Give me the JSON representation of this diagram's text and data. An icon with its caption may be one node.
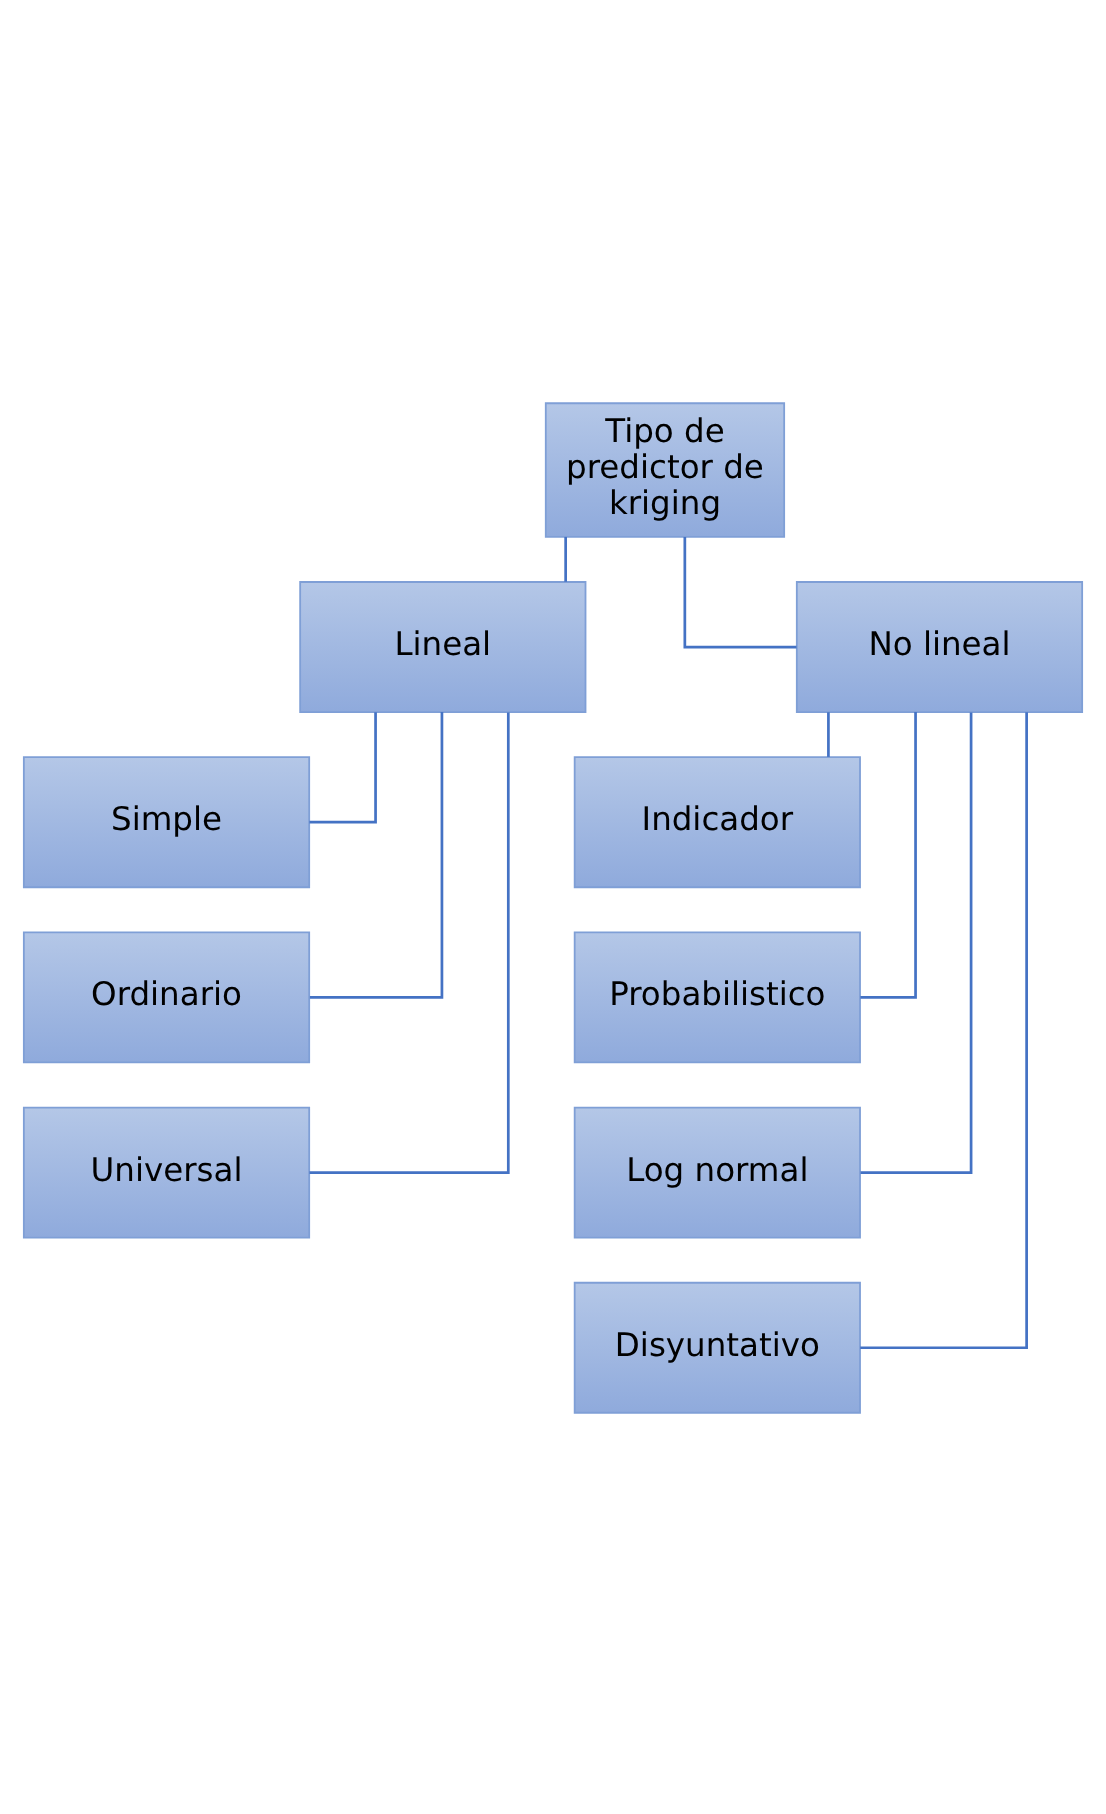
{
  "diagram": {
    "nodes": [
      {
        "text": [
          "Tipo de predictor de kriging"
        ]
      },
      {
        "text": [
          "Lineal"
        ]
      },
      {
        "text": [
          "No lineal"
        ]
      },
      {
        "text": [
          "Simple"
        ]
      },
      {
        "text": [
          "Ordinario"
        ]
      },
      {
        "text": [
          "Universal"
        ]
      },
      {
        "text": [
          "Indicador"
        ]
      },
      {
        "text": [
          "Probabilistico"
        ]
      },
      {
        "text": [
          "Log normal"
        ]
      },
      {
        "text": [
          "Disyuntativo"
        ]
      }
    ],
    "edges": [
      {
        "from": 0,
        "to": 1,
        "arrow": "none"
      },
      {
        "from": 0,
        "to": 2,
        "arrow": "none"
      },
      {
        "from": 1,
        "to": 3,
        "arrow": "none"
      },
      {
        "from": 1,
        "to": 4,
        "arrow": "none"
      },
      {
        "from": 1,
        "to": 5,
        "arrow": "none"
      },
      {
        "from": 2,
        "to": 6,
        "arrow": "none"
      },
      {
        "from": 2,
        "to": 7,
        "arrow": "none"
      },
      {
        "from": 2,
        "to": 8,
        "arrow": "none"
      },
      {
        "from": 2,
        "to": 9,
        "arrow": "none"
      }
    ]
  }
}
